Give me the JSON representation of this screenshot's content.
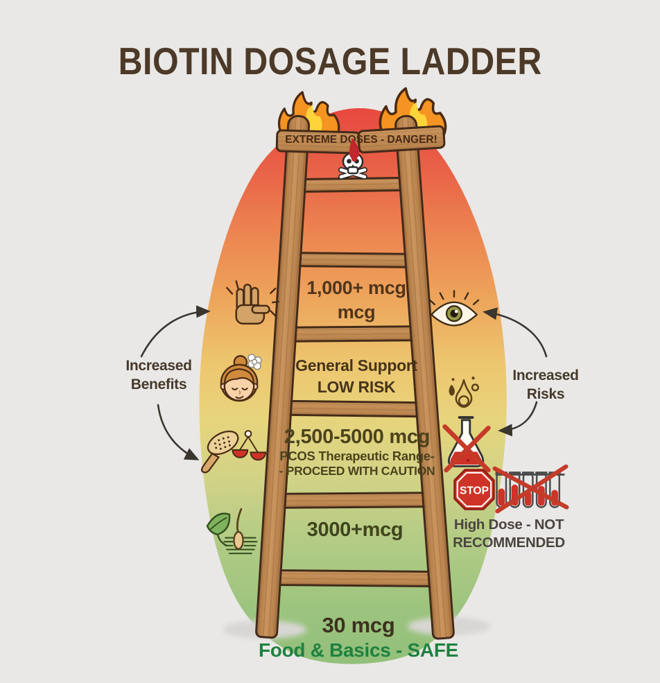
{
  "title": "BIOTIN DOSAGE LADDER",
  "danger_sign": {
    "label": "EXTREME DOSES - DANGER!"
  },
  "ladder": {
    "levels": [
      {
        "line1": "1,000+ mcg",
        "line2": "mcg"
      },
      {
        "line1": "General Support",
        "line2": "LOW RISK"
      },
      {
        "line1": "2,500-5000 mcg",
        "line2": "PCOS Therapeutic Range-",
        "line3": "- PROCEED WITH CAUTION"
      },
      {
        "line1": "3000+mcg"
      }
    ],
    "base_dose": "30 mcg",
    "base_label": "Food & Basics - SAFE"
  },
  "left_side": {
    "label_line1": "Increased",
    "label_line2": "Benefits"
  },
  "right_side": {
    "label_line1": "Increased",
    "label_line2": "Risks",
    "stop_label": "STOP",
    "warning_line1": "High Dose - NOT",
    "warning_line2": "RECOMMENDED"
  },
  "icons": {
    "top": [
      "flames-icon",
      "skull-crossbones-icon",
      "blood-drip-icon"
    ],
    "left": [
      "hand-snap-icon",
      "woman-face-icon",
      "hairbrush-scale-icon",
      "leaf-hair-follicle-icon"
    ],
    "right": [
      "eye-icon",
      "sweat-gland-icon",
      "flask-crossed-icon",
      "stop-sign-icon",
      "test-tubes-crossed-icon"
    ]
  },
  "colors": {
    "background": "#e9e8e6",
    "gradient_top_red": "#e8493f",
    "gradient_orange": "#ed9c58",
    "gradient_yellow": "#ecd077",
    "gradient_green": "#9cc47e",
    "wood": "#c28c56",
    "wood_outline": "#432a19",
    "danger_red": "#cf3327",
    "safe_green": "#1f8140",
    "text_brown": "#4c3927"
  }
}
